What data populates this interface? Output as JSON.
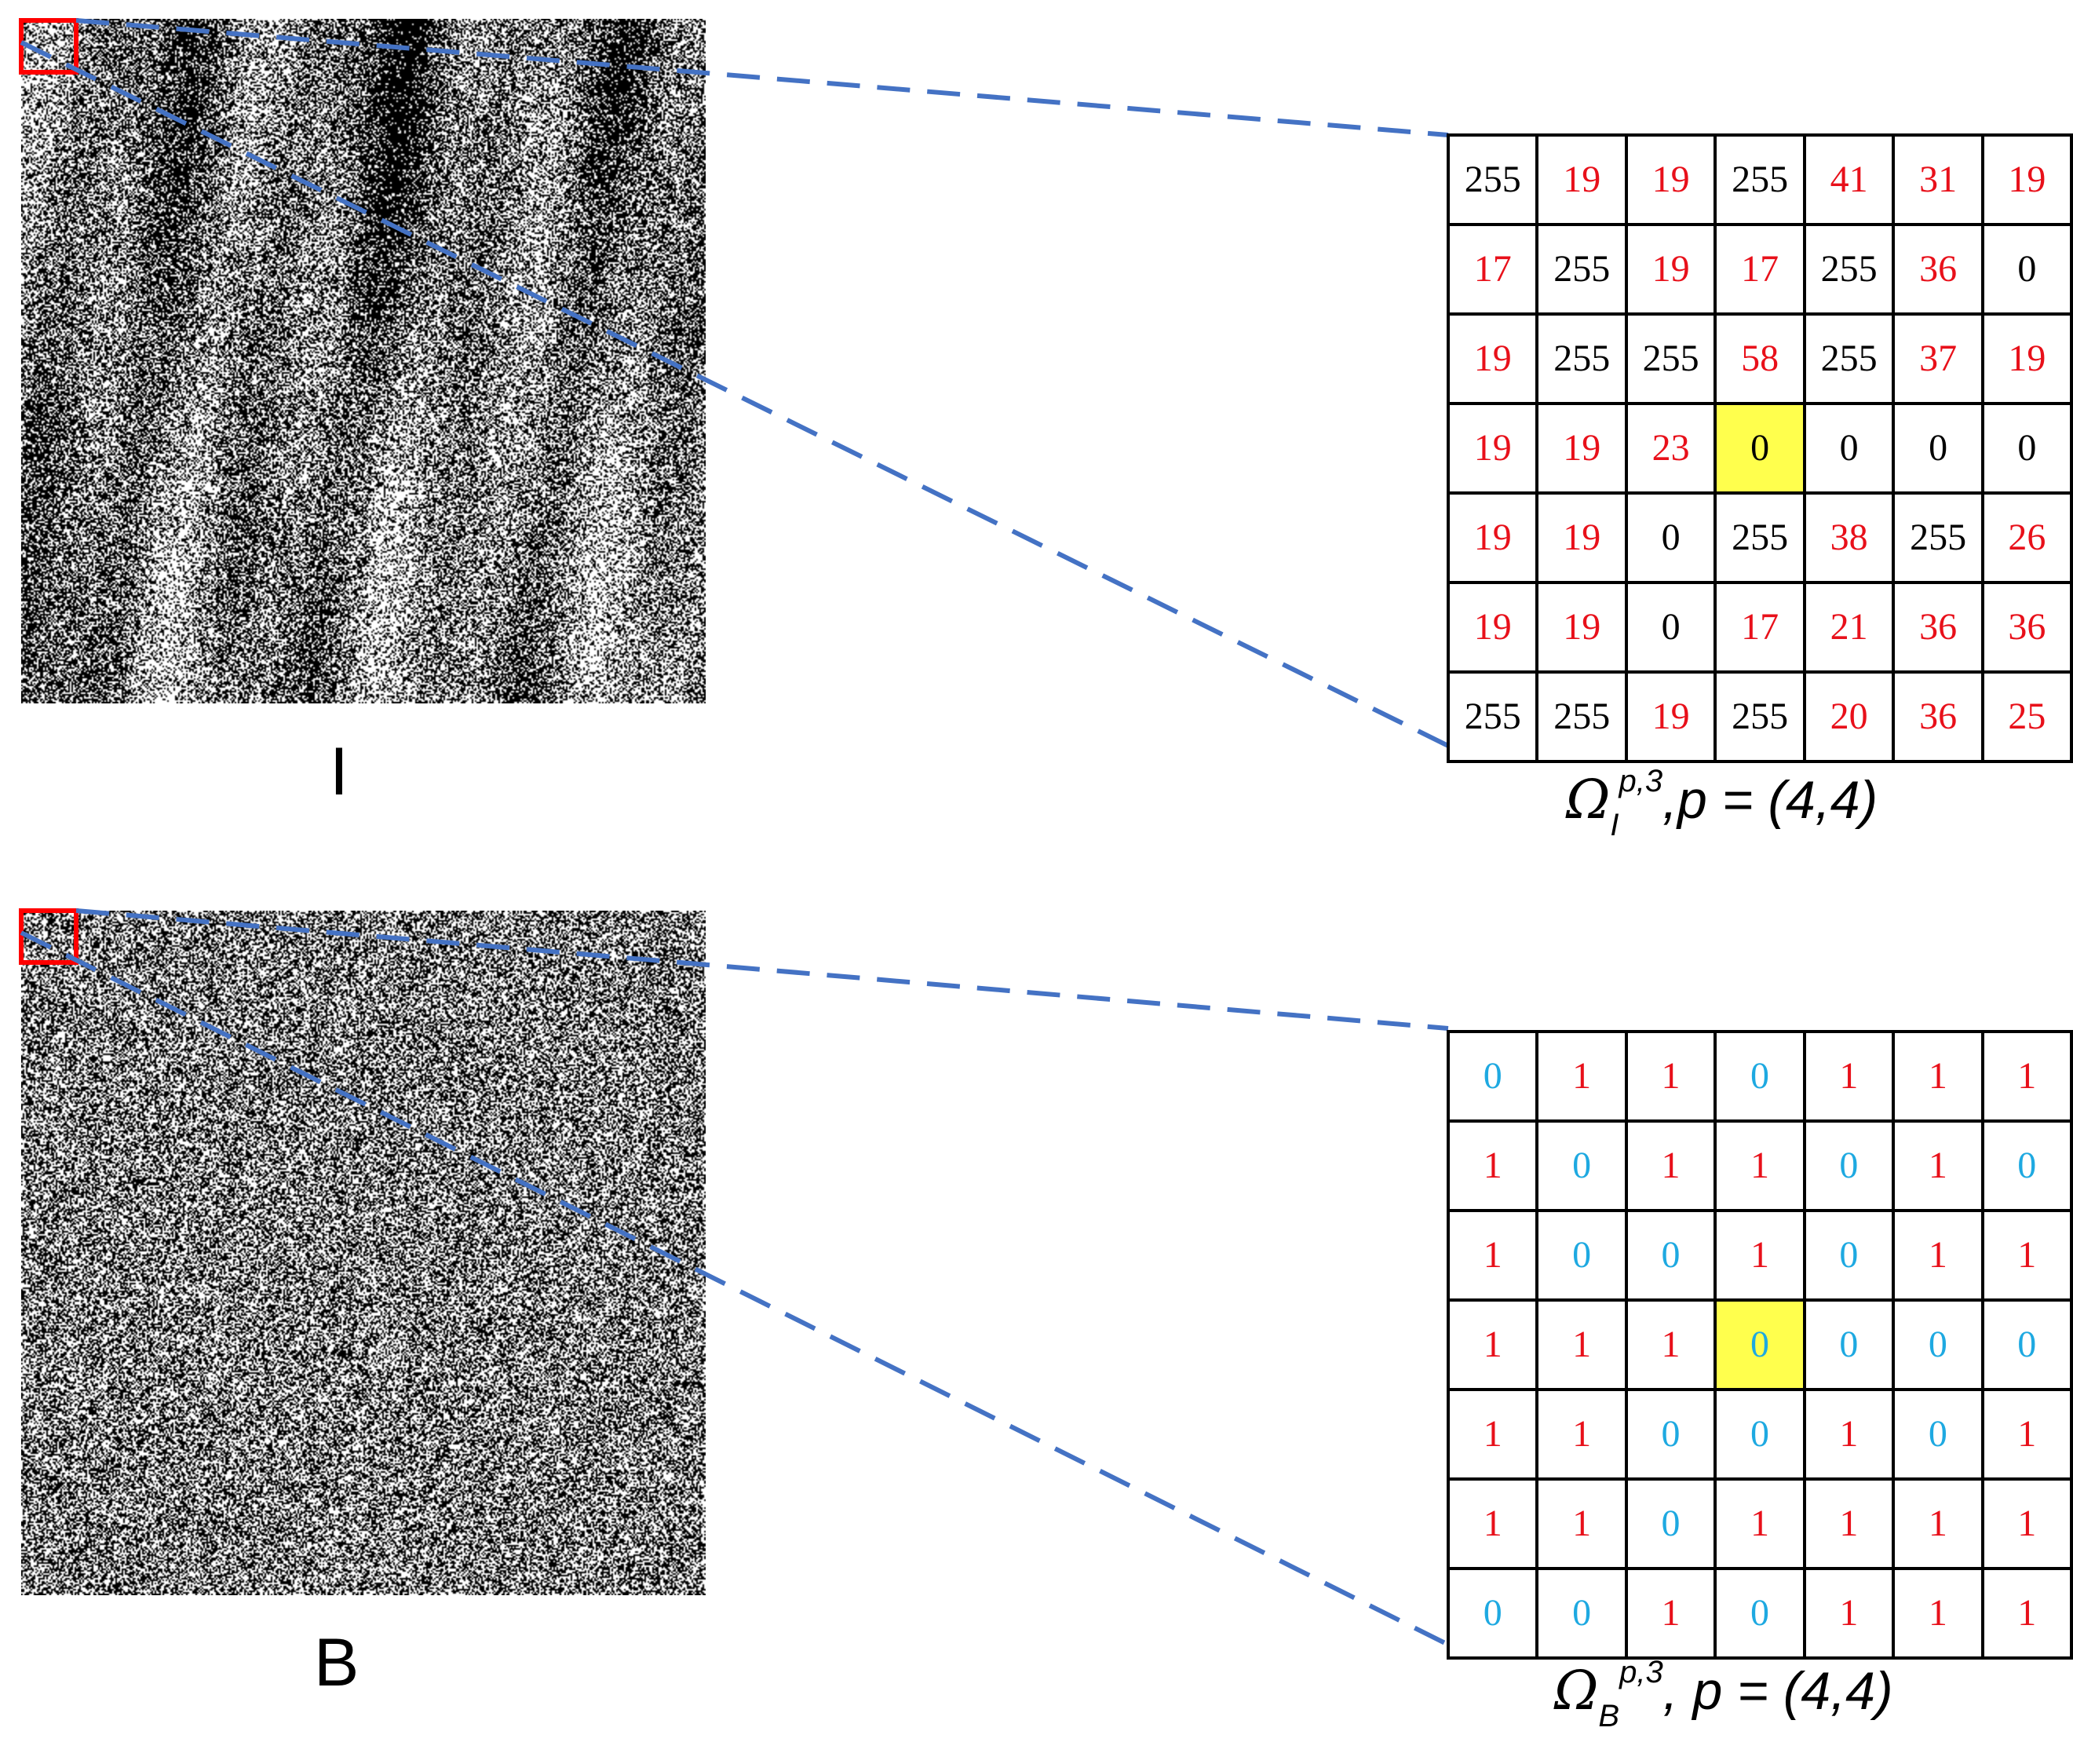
{
  "colors": {
    "red": "#e8101a",
    "black": "#000000",
    "blue": "#1ea9e1",
    "highlight": "#ffff4d",
    "connector": "#4472c4",
    "roi": "#ff0000"
  },
  "panel_top": {
    "image_label": "I",
    "caption": {
      "symbol": "Ω",
      "sub": "I",
      "sup": "p,3",
      "rest": ",p = (4,4)"
    },
    "grid": [
      [
        "255",
        "19",
        "19",
        "255",
        "41",
        "31",
        "19"
      ],
      [
        "17",
        "255",
        "19",
        "17",
        "255",
        "36",
        "0"
      ],
      [
        "19",
        "255",
        "255",
        "58",
        "255",
        "37",
        "19"
      ],
      [
        "19",
        "19",
        "23",
        "0",
        "0",
        "0",
        "0"
      ],
      [
        "19",
        "19",
        "0",
        "255",
        "38",
        "255",
        "26"
      ],
      [
        "19",
        "19",
        "0",
        "17",
        "21",
        "36",
        "36"
      ],
      [
        "255",
        "255",
        "19",
        "255",
        "20",
        "36",
        "25"
      ]
    ],
    "highlight": {
      "row": 3,
      "col": 3
    }
  },
  "panel_bottom": {
    "image_label": "B",
    "caption": {
      "symbol": "Ω",
      "sub": "B",
      "sup": "p,3",
      "rest": ", p = (4,4)"
    },
    "grid": [
      [
        "0",
        "1",
        "1",
        "0",
        "1",
        "1",
        "1"
      ],
      [
        "1",
        "0",
        "1",
        "1",
        "0",
        "1",
        "0"
      ],
      [
        "1",
        "0",
        "0",
        "1",
        "0",
        "1",
        "1"
      ],
      [
        "1",
        "1",
        "1",
        "0",
        "0",
        "0",
        "0"
      ],
      [
        "1",
        "1",
        "0",
        "0",
        "1",
        "0",
        "1"
      ],
      [
        "1",
        "1",
        "0",
        "1",
        "1",
        "1",
        "1"
      ],
      [
        "0",
        "0",
        "1",
        "0",
        "1",
        "1",
        "1"
      ]
    ],
    "highlight": {
      "row": 3,
      "col": 3
    }
  }
}
